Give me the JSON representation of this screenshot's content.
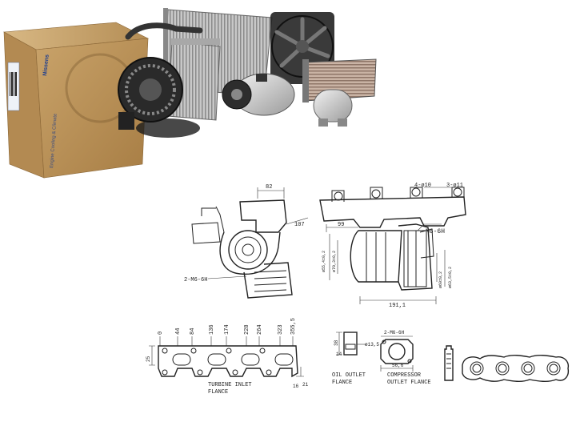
{
  "hero": {
    "box_brand": "Nissens",
    "box_tagline": "Engine Cooling & Climate"
  },
  "drawing": {
    "side_dims": [
      "82",
      "107"
    ],
    "side_flange": "2-M6-6H",
    "front_dims": [
      "4-ø10",
      "3-ø11",
      "99",
      "M6-6H",
      "191,1"
    ],
    "front_dias": [
      "ø55,4±0,2",
      "ø70,3±0,2",
      "ø60±0,2",
      "ø63,5±0,2"
    ],
    "inlet_x_dims": [
      "0",
      "44",
      "84",
      "136",
      "174",
      "228",
      "264",
      "323",
      "355,5"
    ],
    "inlet_side_dim": "25",
    "inlet_bottom_dims": [
      "16",
      "21"
    ],
    "turbine_inlet_label": [
      "TURBINE INLET",
      "FLANCE"
    ],
    "oil_dims": [
      "38",
      "14",
      "ø13,5"
    ],
    "oil_label": [
      "OIL OUTLET",
      "FLANCE"
    ],
    "comp_thread": "2-M6-6H",
    "comp_dim": "56,6",
    "comp_label": [
      "COMPRESSOR",
      "OUTLET FLANCE"
    ]
  }
}
